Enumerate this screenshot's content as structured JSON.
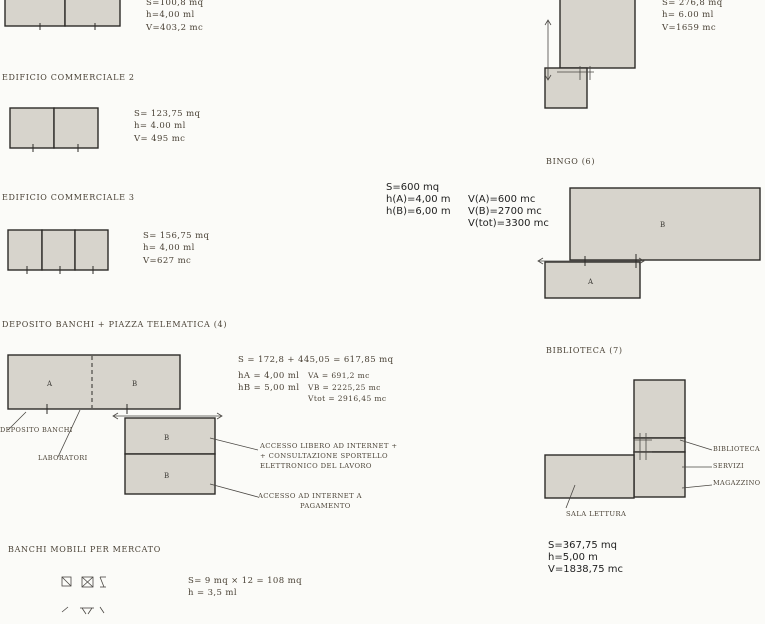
{
  "edificio1": {
    "s": "S=100,8 mq",
    "h": "h=4,00 ml",
    "v": "V=403,2 mc"
  },
  "edificio2": {
    "title": "EDIFICIO COMMERCIALE 2",
    "s": "S= 123,75 mq",
    "h": "h= 4.00 ml",
    "v": "V= 495 mc"
  },
  "edificio3": {
    "title": "EDIFICIO COMMERCIALE 3",
    "s": "S= 156,75 mq",
    "h": "h= 4,00 ml",
    "v": "V=627 mc"
  },
  "deposito": {
    "title": "DEPOSITO BANCHI + PIAZZA TELEMATICA (4)",
    "s": "S = 172,8 + 445,05 = 617,85 mq",
    "ha": "hA = 4,00 ml",
    "hb": "hB = 5,00 ml",
    "va": "VA = 691,2 mc",
    "vb": "VB = 2225,25 mc",
    "vtot": "Vtot = 2916,45 mc",
    "label_a": "A",
    "label_b": "B",
    "label_b2": "B",
    "label_b3": "B",
    "note_deposito": "DEPOSITO BANCHI",
    "note_laboratori": "LABORATORI",
    "note_accesso_libero_1": "ACCESSO LIBERO AD INTERNET +",
    "note_accesso_libero_2": "+ CONSULTAZIONE SPORTELLO",
    "note_accesso_libero_3": "ELETTRONICO DEL LAVORO",
    "note_accesso_pag_1": "ACCESSO AD INTERNET A",
    "note_accesso_pag_2": "PAGAMENTO"
  },
  "banchi": {
    "title": "BANCHI MOBILI PER MERCATO",
    "s": "S= 9 mq × 12 = 108 mq",
    "h": "h = 3,5 ml"
  },
  "top_right": {
    "s": "S= 276,8 mq",
    "h": "h= 6.00 ml",
    "v": "V=1659 mc"
  },
  "bingo": {
    "title": "BINGO (6)",
    "s": "S=600 mq",
    "ha": "h(A)=4,00 m",
    "hb": "h(B)=6,00 m",
    "va": "V(A)=600 mc",
    "vb": "V(B)=2700 mc",
    "vtot": "V(tot)=3300 mc",
    "label_a": "A",
    "label_b": "B"
  },
  "biblioteca": {
    "title": "BIBLIOTECA (7)",
    "note_biblioteca": "BIBLIOTECA",
    "note_servizi": "SERVIZI",
    "note_magazzino": "MAGAZZINO",
    "note_sala": "SALA LETTURA",
    "s": "S=367,75 mq",
    "h": "h=5,00 m",
    "v": "V=1838,75 mc"
  }
}
